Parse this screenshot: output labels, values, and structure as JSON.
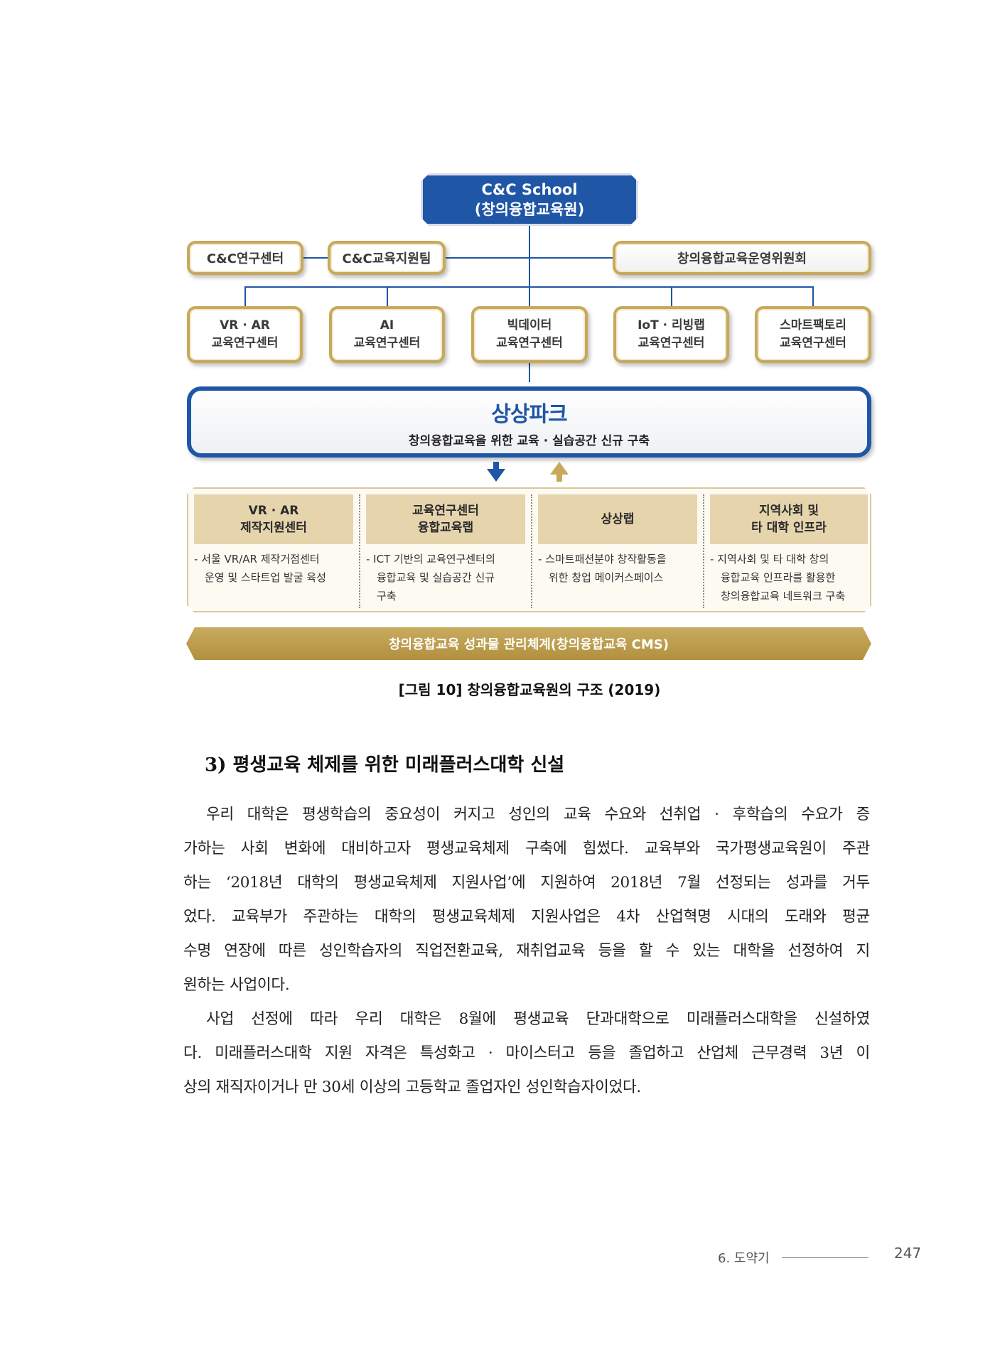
{
  "chart": {
    "root": {
      "line1": "C&C School",
      "line2": "(창의융합교육원)"
    },
    "level2": {
      "center": "C&C연구센터",
      "support": "C&C교육지원팀",
      "committee": "창의융합교육운영위원회"
    },
    "research_centers": [
      {
        "line1": "VR · AR",
        "line2": "교육연구센터"
      },
      {
        "line1": "AI",
        "line2": "교육연구센터"
      },
      {
        "line1": "빅데이터",
        "line2": "교육연구센터"
      },
      {
        "line1": "IoT · 리빙랩",
        "line2": "교육연구센터"
      },
      {
        "line1": "스마트팩토리",
        "line2": "교육연구센터"
      }
    ],
    "sangsang_park": {
      "title": "상상파크",
      "subtitle": "창의융합교육을 위한 교육 · 실습공간 신규 구축"
    },
    "facilities": [
      {
        "head1": "VR · AR",
        "head2": "제작지원센터",
        "body": [
          "- 서울 VR/AR 제작거점센터",
          "운영 및 스타트업 발굴 육성"
        ]
      },
      {
        "head1": "교육연구센터",
        "head2": "융합교육랩",
        "body": [
          "- ICT 기반의 교육연구센터의",
          "융합교육 및 실습공간 신규",
          "구축"
        ]
      },
      {
        "head1": "상상랩",
        "head2": "",
        "body": [
          "- 스마트패션분야 창작활동을",
          "위한 창업 메이커스페이스"
        ]
      },
      {
        "head1": "지역사회 및",
        "head2": "타 대학 인프라",
        "body": [
          "- 지역사회 및 타 대학 창의",
          "융합교육 인프라를 활용한",
          "창의융합교육 네트워크 구축"
        ]
      }
    ],
    "cms": "창의융합교육 성과물 관리체계(창의융합교육 CMS)"
  },
  "caption": "[그림 10] 창의융합교육원의 구조 (2019)",
  "section": {
    "title": "3) 평생교육 체제를 위한 미래플러스대학 신설",
    "paragraph1": [
      "우리 대학은 평생학습의 중요성이 커지고 성인의 교육 수요와 선취업 · 후학습의 수요가 증",
      "가하는 사회 변화에 대비하고자 평생교육체제 구축에 힘썼다. 교육부와 국가평생교육원이 주관",
      "하는 ‘2018년 대학의 평생교육체제 지원사업’에 지원하여 2018년 7월 선정되는 성과를 거두",
      "었다. 교육부가 주관하는 대학의 평생교육체제 지원사업은 4차 산업혁명 시대의 도래와 평균",
      "수명 연장에 따른 성인학습자의 직업전환교육, 재취업교육 등을 할 수 있는 대학을 선정하여 지",
      "원하는 사업이다."
    ],
    "paragraph2": [
      "사업 선정에 따라 우리 대학은 8월에 평생교육 단과대학으로 미래플러스대학을 신설하였",
      "다. 미래플러스대학 지원 자격은 특성화고 · 마이스터고 등을 졸업하고 산업체 근무경력 3년 이",
      "상의 재직자이거나 만 30세 이상의 고등학교 졸업자인 성인학습자이었다."
    ]
  },
  "footer": {
    "section": "6. 도약기",
    "page": "247"
  }
}
